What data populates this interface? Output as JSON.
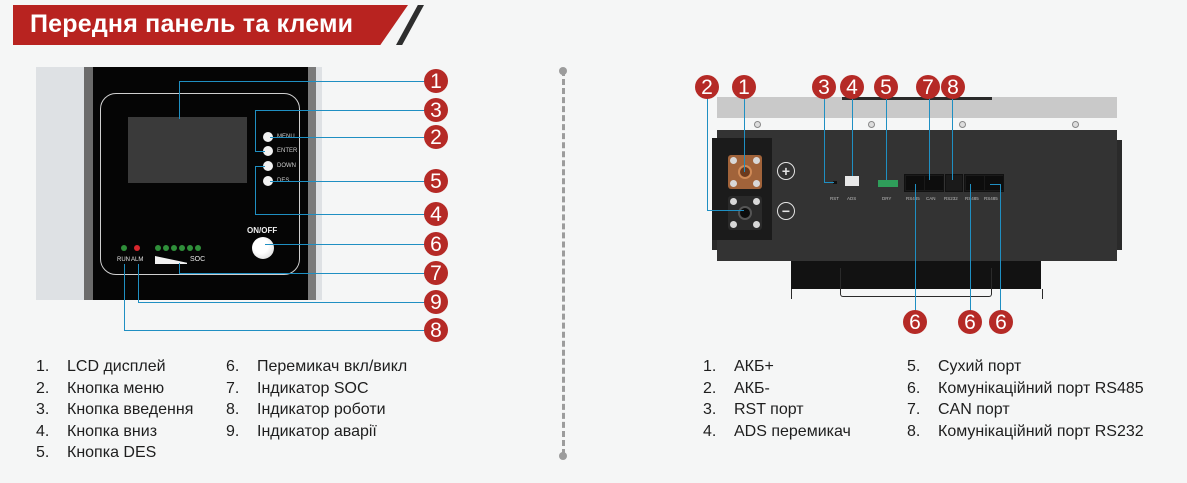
{
  "header": {
    "title": "Передня панель та клеми",
    "accent_color": "#b82320"
  },
  "front_panel": {
    "buttons": [
      "MENU",
      "ENTER",
      "DOWN",
      "DES"
    ],
    "onoff_label": "ON/OFF",
    "led_labels": {
      "run": "RUN",
      "alarm": "ALM"
    },
    "soc_label": "SOC",
    "soc_led_count": 6,
    "callouts": [
      "1",
      "3",
      "2",
      "5",
      "4",
      "6",
      "7",
      "9",
      "8"
    ]
  },
  "front_list": {
    "col1": [
      {
        "num": "1.",
        "text": "LCD дисплей"
      },
      {
        "num": "2.",
        "text": "Кнопка меню"
      },
      {
        "num": "3.",
        "text": "Кнопка введення"
      },
      {
        "num": "4.",
        "text": "Кнопка вниз"
      },
      {
        "num": "5.",
        "text": "Кнопка DES"
      }
    ],
    "col2": [
      {
        "num": "6.",
        "text": "Перемикач вкл/викл"
      },
      {
        "num": "7.",
        "text": "Індикатор SOC"
      },
      {
        "num": "8.",
        "text": "Індикатор роботи"
      },
      {
        "num": "9.",
        "text": "Індикатор аварії"
      }
    ]
  },
  "terminal_panel": {
    "port_labels": [
      "RST",
      "ADS",
      "DRY",
      "RS485",
      "CAN",
      "RS232",
      "RS485",
      "RS485"
    ],
    "top_callouts": [
      "2",
      "1",
      "3",
      "4",
      "5",
      "7",
      "8"
    ],
    "bottom_callouts": [
      "6",
      "6",
      "6"
    ],
    "signs": {
      "plus": "+",
      "minus": "−"
    }
  },
  "terminal_list": {
    "col1": [
      {
        "num": "1.",
        "text": "АКБ+"
      },
      {
        "num": "2.",
        "text": "АКБ-"
      },
      {
        "num": "3.",
        "text": "RST порт"
      },
      {
        "num": "4.",
        "text": "ADS перемикач"
      }
    ],
    "col2": [
      {
        "num": "5.",
        "text": "Сухий порт"
      },
      {
        "num": "6.",
        "text": "Комунікаційний порт RS485"
      },
      {
        "num": "7.",
        "text": "CAN порт"
      },
      {
        "num": "8.",
        "text": "Комунікаційний порт RS232"
      }
    ]
  }
}
